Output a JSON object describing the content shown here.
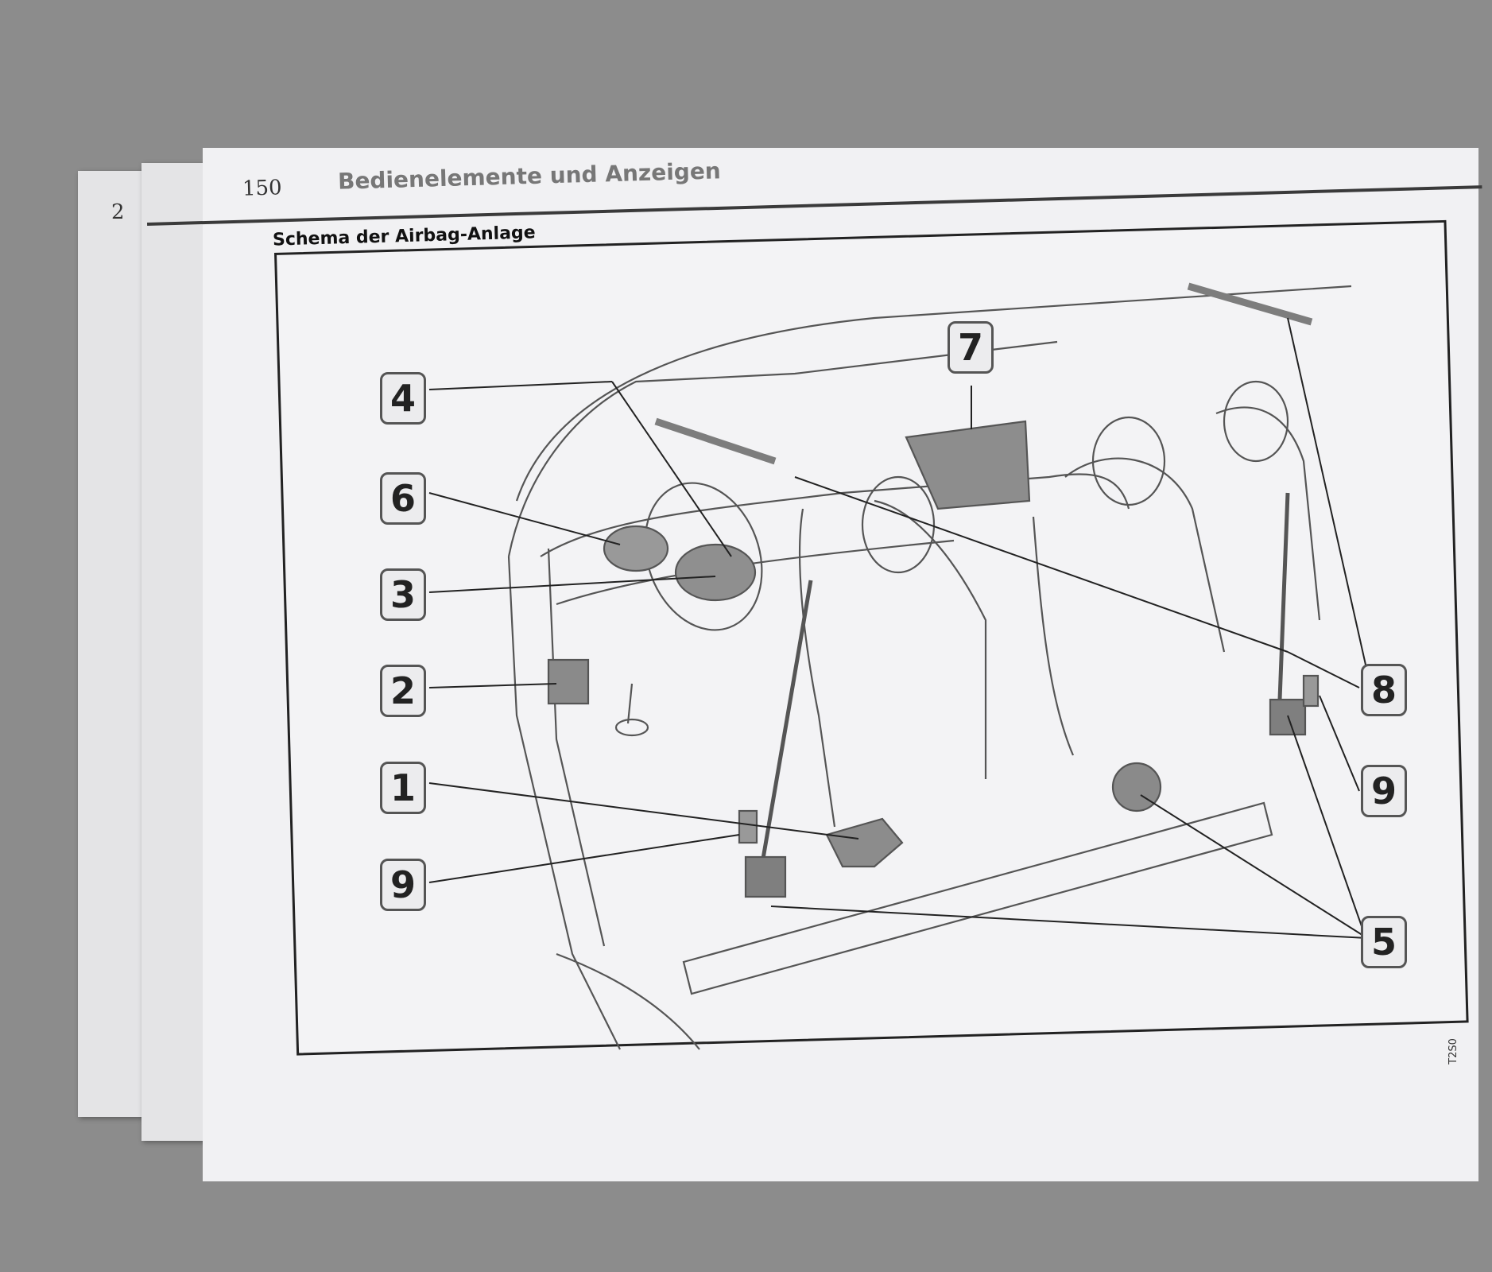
{
  "left_page": {
    "page_number": "2"
  },
  "header": {
    "page_number": "150",
    "title": "Bedienelemente und Anzeigen"
  },
  "section_title": "Schema der Airbag-Anlage",
  "figure": {
    "callouts": [
      "4",
      "6",
      "3",
      "2",
      "1",
      "9",
      "7",
      "8",
      "9",
      "5"
    ],
    "figure_code": "T2S0"
  }
}
